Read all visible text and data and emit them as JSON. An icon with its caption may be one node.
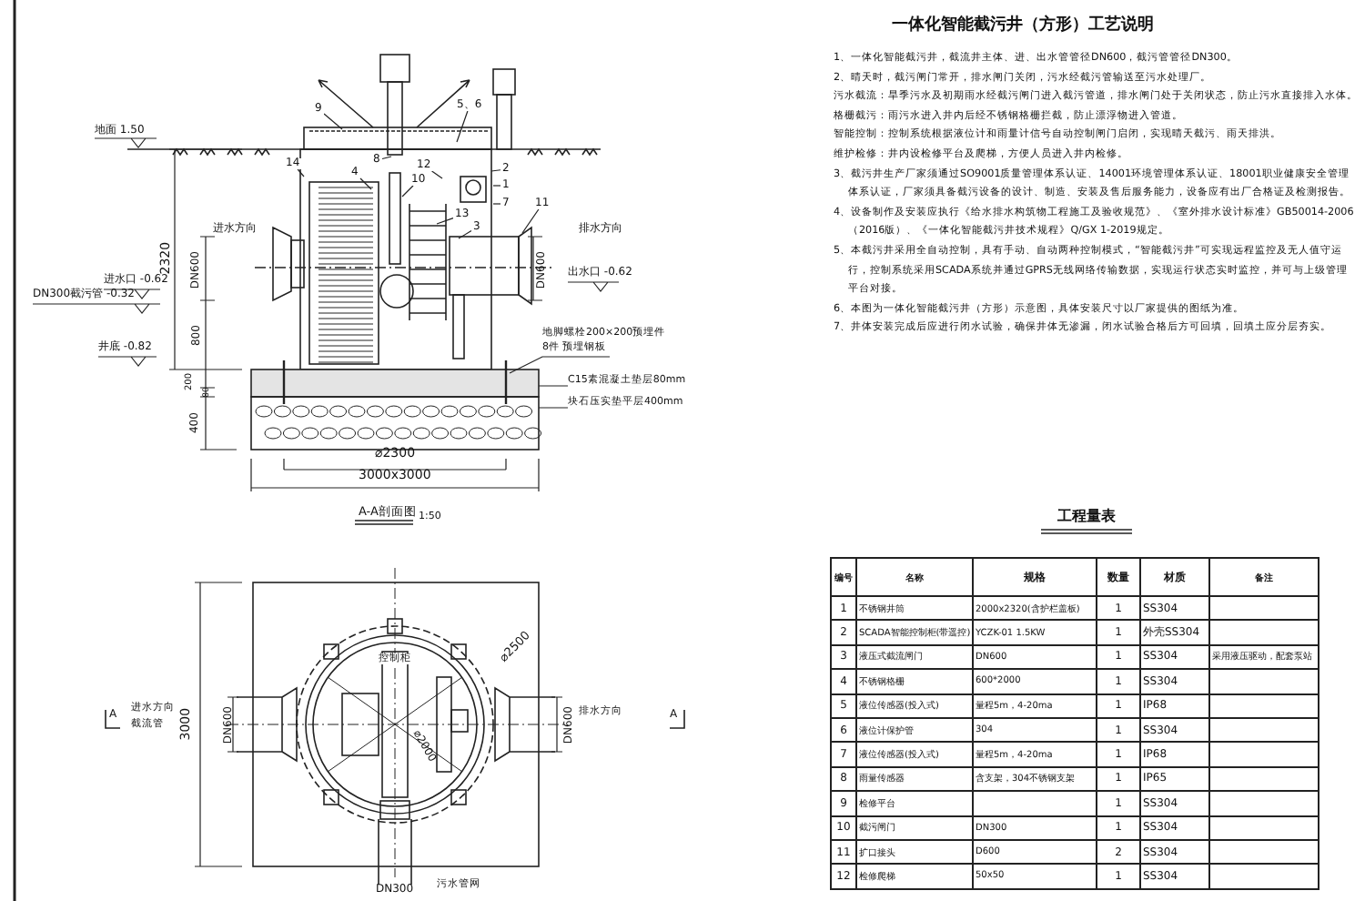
{
  "diagram": {
    "title": "一体化智能截污井（方形）工艺说明",
    "nodes": [
      {
        "text": [
          "9"
        ]
      },
      {
        "text": [
          "5、6"
        ]
      },
      {
        "text": [
          "12"
        ]
      },
      {
        "text": [
          "8"
        ]
      },
      {
        "text": [
          "2"
        ]
      },
      {
        "text": [
          "14"
        ]
      },
      {
        "text": [
          "4"
        ]
      },
      {
        "text": [
          "10"
        ]
      },
      {
        "text": [
          "1"
        ]
      },
      {
        "text": [
          "11"
        ]
      },
      {
        "text": [
          "7"
        ]
      },
      {
        "text": [
          "13"
        ]
      },
      {
        "text": [
          "3"
        ]
      }
    ],
    "edges": [
      {
        "from": 0,
        "to": null,
        "arrow": "none"
      },
      {
        "from": 1,
        "to": null,
        "arrow": "none"
      },
      {
        "from": 2,
        "to": null,
        "arrow": "none"
      },
      {
        "from": 3,
        "to": null,
        "arrow": "none"
      },
      {
        "from": 4,
        "to": null,
        "arrow": "none"
      },
      {
        "from": 5,
        "to": null,
        "arrow": "none"
      },
      {
        "from": 6,
        "to": null,
        "arrow": "none"
      },
      {
        "from": 7,
        "to": null,
        "arrow": "none"
      },
      {
        "from": 8,
        "to": null,
        "arrow": "none"
      },
      {
        "from": 9,
        "to": null,
        "arrow": "none"
      },
      {
        "from": 10,
        "to": null,
        "arrow": "none"
      },
      {
        "from": 11,
        "to": null,
        "arrow": "none"
      },
      {
        "from": 12,
        "to": null,
        "arrow": "none"
      }
    ],
    "labels": [
      "地面 1.50",
      "进水方向",
      "进水口 -0.62",
      "DN300截污管 -0.32",
      "井底 -0.82",
      "2320",
      "DN600",
      "800",
      "200",
      "80",
      "400",
      "排水方向",
      "出水口 -0.62",
      "DN600",
      "地脚螺栓200×200预埋件",
      "8件 预埋钢板",
      "C15素混凝土垫层80mm",
      "块石压实垫平层400mm",
      "⌀2300",
      "3000x3000",
      "A-A剖面图",
      "1:50",
      "A",
      "进水方向",
      "截流管",
      "3000",
      "DN600",
      "控制柜",
      "⌀2500",
      "⌀2000",
      "DN600",
      "排水方向",
      "A",
      "DN300",
      "污水管网",
      "1、一体化智能截污井，截流井主体、进、出水管管径DN600，截污管管径DN300。",
      "2、晴天时，截污闸门常开，排水闸门关闭，污水经截污管输送至污水处理厂。",
      "污水截流：旱季污水及初期雨水经截污闸门进入截污管道，排水闸门处于关闭状态，防止污水直接排入水体。",
      "格栅截污：雨污水进入井内后经不锈钢格栅拦截，防止漂浮物进入管道。",
      "智能控制：控制系统根据液位计和雨量计信号自动控制闸门启闭，实现晴天截污、雨天排洪。",
      "维护检修：井内设检修平台及爬梯，方便人员进入井内检修。",
      "3、截污井生产厂家须通过SO9001质量管理体系认证、14001环境管理体系认证、18001职业健康安全管理体系认证，厂家须具备截污设备的设计、制造、安装及售后服务能力，设备应有出厂合格证及检测报告。",
      "4、设备制作及安装应执行《给水排水构筑物工程施工及验收规范》、《室外排水设计标准》GB50014-2006（2016版）、《一体化智能截污井技术规程》Q/GX 1-2019规定。",
      "5、本截污井采用全自动控制，具有手动、自动两种控制模式，“智能截污井”可实现远程监控及无人值守运行，控制系统采用SCADA系统并通过GPRS无线网络传输数据，实现运行状态实时监控，并可与上级管理平台对接。",
      "6、本图为一体化智能截污井（方形）示意图，具体安装尺寸以厂家提供的图纸为准。",
      "7、井体安装完成后应进行闭水试验，确保井体无渗漏，闭水试验合格后方可回填，回填土应分层夯实。",
      "工程量表",
      "编号",
      "名称",
      "规格",
      "数量",
      "材质",
      "备注",
      "1",
      "不锈钢井筒",
      "2000x2320(含护栏盖板)",
      "1",
      "SS304",
      "2",
      "SCADA智能控制柜(带遥控)",
      "YCZK-01 1.5KW",
      "1",
      "外壳SS304",
      "3",
      "液压式截流闸门",
      "DN600",
      "1",
      "SS304",
      "采用液压驱动，配套泵站",
      "4",
      "不锈钢格栅",
      "600*2000",
      "1",
      "SS304",
      "5",
      "液位传感器(投入式)",
      "量程5m，4-20ma",
      "1",
      "IP68",
      "6",
      "液位计保护管",
      "304",
      "1",
      "SS304",
      "7",
      "液位传感器(投入式)",
      "量程5m，4-20ma",
      "1",
      "IP68",
      "8",
      "雨量传感器",
      "含支架，304不锈钢支架",
      "1",
      "IP65",
      "9",
      "检修平台",
      "1",
      "SS304",
      "10",
      "截污闸门",
      "DN300",
      "1",
      "SS304",
      "11",
      "扩口接头",
      "D600",
      "2",
      "SS304",
      "12",
      "检修爬梯",
      "50x50",
      "1",
      "SS304"
    ]
  }
}
